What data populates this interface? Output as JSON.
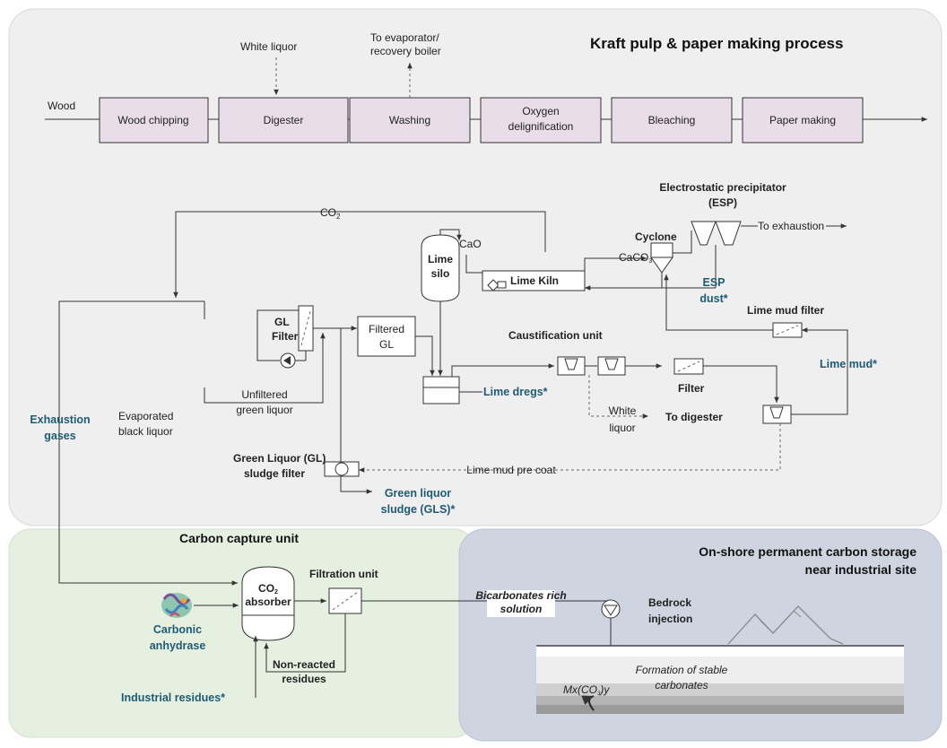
{
  "titles": {
    "kraft": "Kraft pulp & paper making process",
    "capture": "Carbon capture unit",
    "storage_line1": "On-shore permanent carbon storage",
    "storage_line2": "near industrial site"
  },
  "colors": {
    "kraft_panel": "#efefef",
    "capture_panel": "#e6f0e1",
    "storage_panel": "#cfd5e0",
    "process_box": "#e9dde9",
    "highlight_text": "#1f5b73"
  },
  "process": {
    "input": "Wood",
    "steps": [
      "Wood chipping",
      "Digester",
      "Washing",
      "Oxygen delignification",
      "Bleaching",
      "Paper making"
    ],
    "white_liquor_in": "White liquor",
    "to_evaporator": "To evaporator/ recovery boiler"
  },
  "recovery": {
    "co2": "CO2",
    "esp": "Electrostatic precipitator (ESP)",
    "to_exhaustion": "To exhaustion",
    "cyclone": "Cyclone",
    "caco3": "CaCO3",
    "cao": "CaO",
    "lime_silo": "Lime silo",
    "lime_kiln": "Lime Kiln",
    "esp_dust": "ESP dust*",
    "lime_mud_filter": "Lime mud filter",
    "lime_mud": "Lime mud*",
    "gl_filter": "GL Filter",
    "filtered_gl": "Filtered GL",
    "caustification_unit": "Caustification unit",
    "filter": "Filter",
    "lime_dregs": "Lime dregs*",
    "unfiltered_green_liquor": "Unfiltered green liquor",
    "evaporated_black_liquor": "Evaporated black liquor",
    "exhaustion_gases": "Exhaustion gases",
    "white_liquor": "White liquor",
    "to_digester": "To digester",
    "gl_sludge_filter": "Green Liquor (GL) sludge filter",
    "lime_mud_pre_coat": "Lime mud pre coat",
    "green_liquor_sludge": "Green liquor sludge (GLS)*"
  },
  "capture": {
    "co2_absorber": "CO2 absorber",
    "filtration_unit": "Filtration unit",
    "carbonic_anhydrase": "Carbonic anhydrase",
    "industrial_residues": "Industrial residues*",
    "non_reacted_residues": "Non-reacted residues"
  },
  "storage": {
    "bicarbonates": "Bicarbonates rich solution",
    "bedrock_injection": "Bedrock injection",
    "formation": "Formation of stable carbonates",
    "mineral": "Mx(CO3)y"
  }
}
